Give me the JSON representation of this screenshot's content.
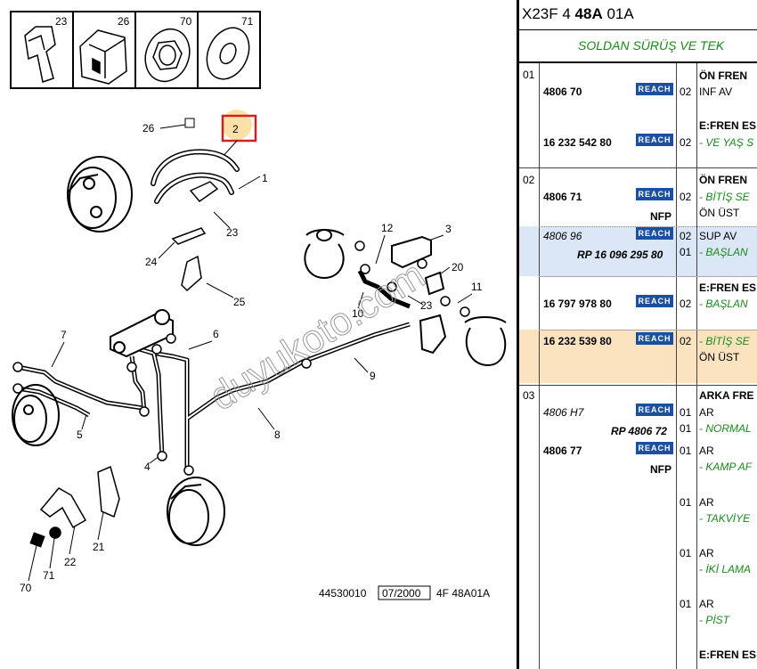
{
  "diagram": {
    "legend_items": [
      {
        "num": "23",
        "icon": "clip-icon"
      },
      {
        "num": "26",
        "icon": "bracket-icon"
      },
      {
        "num": "70",
        "icon": "nut-icon"
      },
      {
        "num": "71",
        "icon": "washer-icon"
      }
    ],
    "callouts": {
      "c26": "26",
      "c2": "2",
      "c1": "1",
      "c23a": "23",
      "c24": "24",
      "c25": "25",
      "c12": "12",
      "c3": "3",
      "c20": "20",
      "c11": "11",
      "c23b": "23",
      "c10": "10",
      "c9": "9",
      "c7": "7",
      "c6": "6",
      "c5": "5",
      "c8": "8",
      "c4": "4",
      "c22": "22",
      "c21": "21",
      "c70": "70",
      "c71": "71"
    },
    "watermark": "duyukoto.com",
    "footer": {
      "code": "44530010",
      "date": "07/2000",
      "ref": "4F 48A01A"
    }
  },
  "panel": {
    "header": {
      "part1": "X23F 4 ",
      "bold": "48A",
      "part2": " 01A"
    },
    "subtitle": "SOLDAN SÜRÜŞ VE TEK",
    "reach_label": "REACH",
    "sections": [
      {
        "num": "01",
        "rows": [
          {
            "ref": "4806 70",
            "qty": "02",
            "desc_title": "ÖN FREN",
            "desc": "INF AV"
          },
          {
            "ref": "16 232 542 80",
            "qty": "02",
            "desc_title": "E:FREN ES",
            "desc": "- VE YAŞ S"
          }
        ]
      },
      {
        "num": "02",
        "rows": [
          {
            "ref": "4806 71",
            "qty": "02",
            "desc_title": "ÖN FREN",
            "desc": "- BİTİŞ SE",
            "desc2": "ÖN ÜST",
            "flag": "NFP"
          },
          {
            "ref": "4806 96",
            "qty": "02",
            "desc": "SUP AV",
            "sub_ref": "RP 16 096 295 80",
            "sub_qty": "01",
            "sub_desc": "- BAŞLAN"
          },
          {
            "ref": "16 797 978 80",
            "qty": "02",
            "desc_title": "E:FREN ES",
            "desc": "- BAŞLAN"
          },
          {
            "ref": "16 232 539 80",
            "qty": "02",
            "desc": "- BİTİŞ SE",
            "desc2": "ÖN ÜST"
          }
        ]
      },
      {
        "num": "03",
        "rows": [
          {
            "ref": "4806 H7",
            "qty": "01",
            "desc_title": "ARKA FRE",
            "desc": "AR",
            "sub_ref": "RP 4806 72",
            "sub_qty": "01",
            "sub_desc": "- NORMAL"
          },
          {
            "ref": "4806 77",
            "qty": "01",
            "desc": "AR",
            "desc2": "- KAMP AF",
            "flag": "NFP"
          },
          {
            "qty": "01",
            "desc": "AR",
            "desc2": "- TAKVİYE"
          },
          {
            "qty": "01",
            "desc": "AR",
            "desc2": "- İKİ LAMA"
          },
          {
            "qty": "01",
            "desc": "AR",
            "desc2": "- PİST"
          },
          {
            "desc_title": "E:FREN ES"
          }
        ]
      }
    ],
    "colors": {
      "highlight_blue": "#dbe6f7",
      "highlight_orange": "#fbe3bf",
      "reach_badge": "#1b4fa0",
      "green_text": "#1a8a1a",
      "callout_box": "#d32020"
    }
  }
}
